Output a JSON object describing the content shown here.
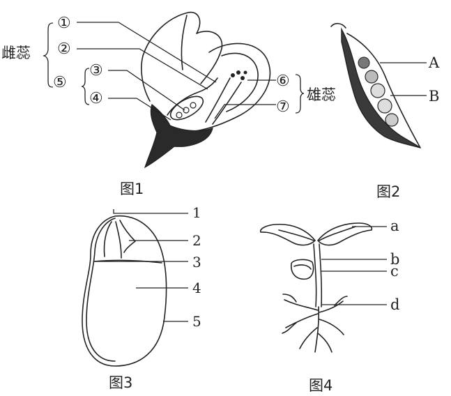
{
  "fig1": {
    "caption": "图1",
    "pistil_label": "雌蕊",
    "stamen_label": "雄蕊",
    "markers": [
      "①",
      "②",
      "③",
      "④",
      "⑤",
      "⑥",
      "⑦"
    ]
  },
  "fig2": {
    "caption": "图2",
    "label_a": "A",
    "label_b": "B"
  },
  "fig3": {
    "caption": "图3",
    "labels": [
      "1",
      "2",
      "3",
      "4",
      "5"
    ]
  },
  "fig4": {
    "caption": "图4",
    "labels": [
      "a",
      "b",
      "c",
      "d"
    ]
  }
}
